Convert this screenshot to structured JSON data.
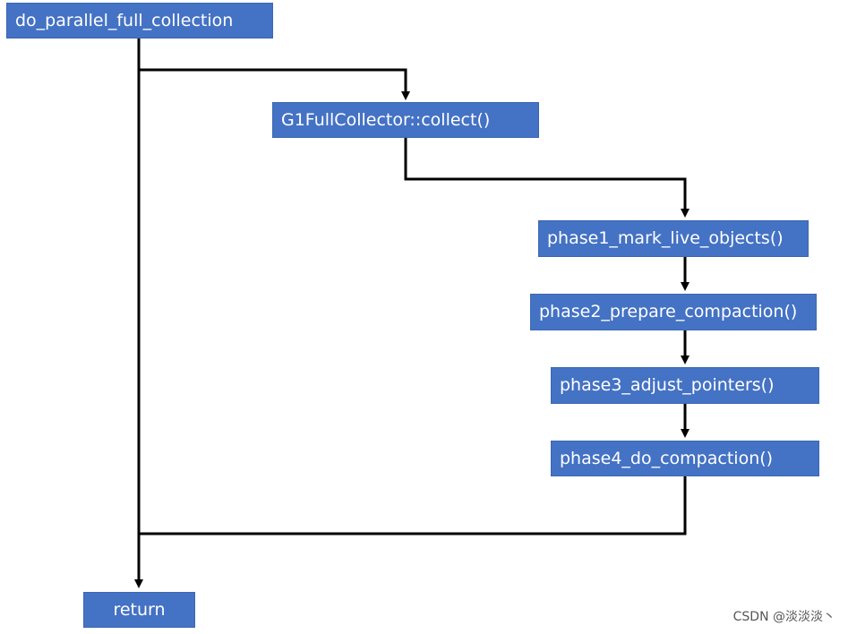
{
  "colors": {
    "box_fill": "#4472c4",
    "box_text": "#ffffff",
    "connector": "#000000"
  },
  "nodes": {
    "do_parallel_full_collection": "do_parallel_full_collection",
    "g1_full_collector_collect": "G1FullCollector::collect()",
    "phase1": "phase1_mark_live_objects()",
    "phase2": "phase2_prepare_compaction()",
    "phase3": "phase3_adjust_pointers()",
    "phase4": "phase4_do_compaction()",
    "return": "return"
  },
  "credit": "CSDN @淡淡淡丶"
}
